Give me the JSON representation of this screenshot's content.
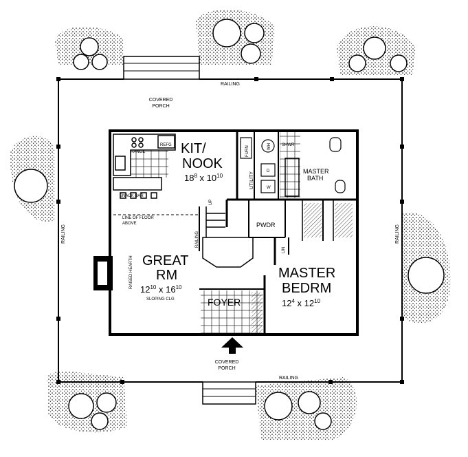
{
  "porch": {
    "top_label_1": "COVERED",
    "top_label_2": "PORCH",
    "bottom_label_1": "COVERED",
    "bottom_label_2": "PORCH",
    "railing": "RAILING"
  },
  "rooms": {
    "kitchen": {
      "name_1": "KIT/",
      "name_2": "NOOK",
      "dim_a": "18",
      "dim_a_sup": "8",
      "dim_x": "x",
      "dim_b": "10",
      "dim_b_sup": "10"
    },
    "great": {
      "name_1": "GREAT",
      "name_2": "RM",
      "dim_a": "12",
      "dim_a_sup": "10",
      "dim_x": "x",
      "dim_b": "16",
      "dim_b_sup": "10",
      "note": "SLOPING CLG"
    },
    "master": {
      "name_1": "MASTER",
      "name_2": "BEDRM",
      "dim_a": "12",
      "dim_a_sup": "4",
      "dim_x": "x",
      "dim_b": "12",
      "dim_b_sup": "10"
    },
    "foyer": "FOYER",
    "pwdr": "PWDR",
    "master_bath_1": "MASTER",
    "master_bath_2": "BATH",
    "utility": "UTILITY"
  },
  "labels": {
    "range": "RANGE",
    "refg": "REFG",
    "snack_bar": "SNACK BAR",
    "floor_above_1": "LINE OF FLOOR",
    "floor_above_2": "ABOVE",
    "raised_hearth": "RAISED HEARTH",
    "railing_stair": "RAILING",
    "up": "UP",
    "lin": "LIN",
    "furn": "FURN",
    "wh": "WH",
    "shwr": "SHWR",
    "dryer": "D",
    "washer": "W"
  }
}
